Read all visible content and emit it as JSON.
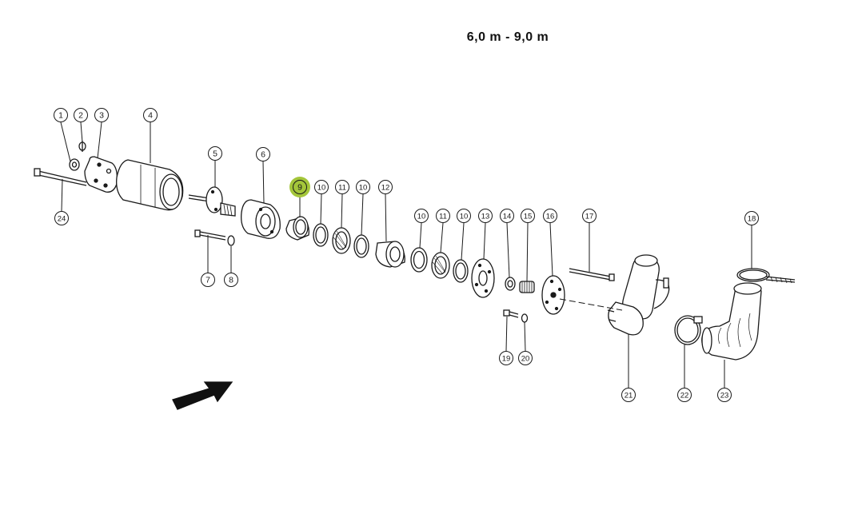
{
  "diagram": {
    "title": "6,0 m - 9,0 m",
    "highlight_color": "#a4c63a",
    "ink_color": "#1a1a1a",
    "highlighted_part": "9",
    "callouts": [
      {
        "label": "1"
      },
      {
        "label": "2"
      },
      {
        "label": "3"
      },
      {
        "label": "4"
      },
      {
        "label": "24"
      },
      {
        "label": "5"
      },
      {
        "label": "6"
      },
      {
        "label": "7"
      },
      {
        "label": "8"
      },
      {
        "label": "9"
      },
      {
        "label": "10"
      },
      {
        "label": "11"
      },
      {
        "label": "10"
      },
      {
        "label": "12"
      },
      {
        "label": "10"
      },
      {
        "label": "11"
      },
      {
        "label": "10"
      },
      {
        "label": "13"
      },
      {
        "label": "14"
      },
      {
        "label": "15"
      },
      {
        "label": "16"
      },
      {
        "label": "17"
      },
      {
        "label": "18"
      },
      {
        "label": "19"
      },
      {
        "label": "20"
      },
      {
        "label": "21"
      },
      {
        "label": "22"
      },
      {
        "label": "23"
      }
    ]
  }
}
